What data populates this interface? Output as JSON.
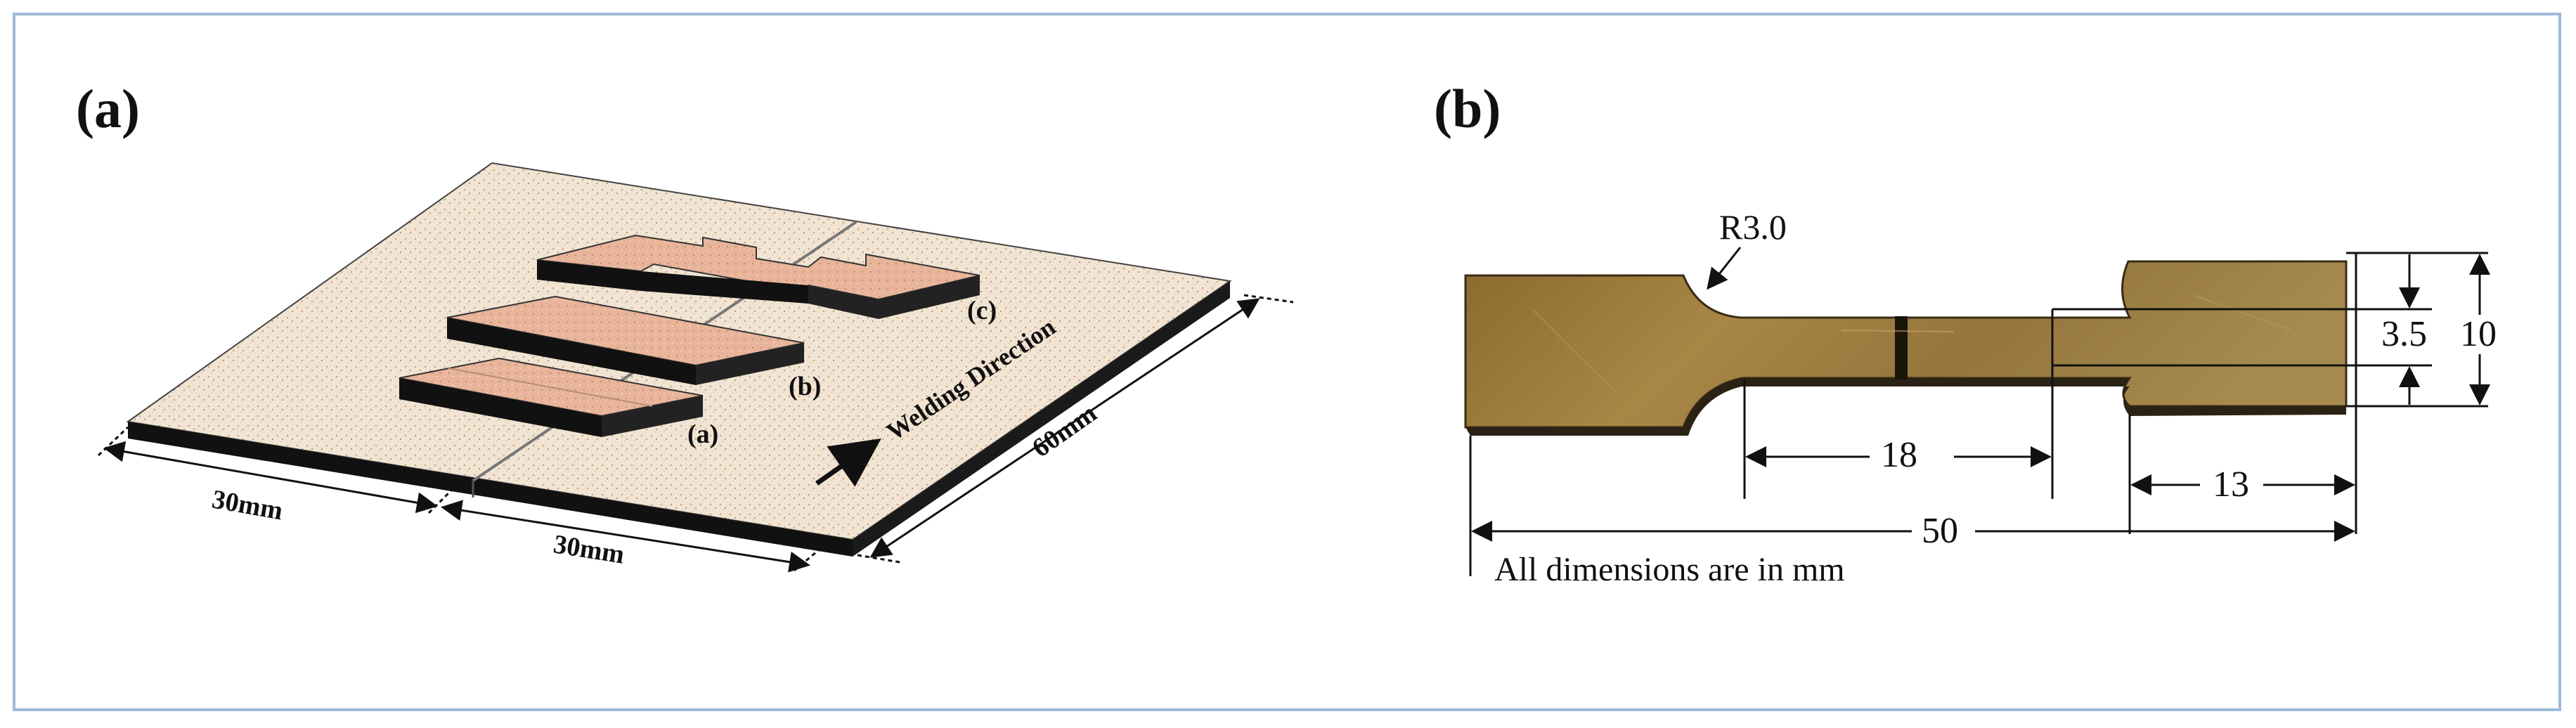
{
  "panels": {
    "a": {
      "label": "(a)",
      "sample_labels": [
        "(a)",
        "(b)",
        "(c)"
      ],
      "welding_direction": "Welding Direction",
      "dims": {
        "left_width": "30mm",
        "right_width": "30mm",
        "length": "60mm"
      }
    },
    "b": {
      "label": "(b)",
      "radius": "R3.0",
      "dims": {
        "gauge_length": "18",
        "grip_length": "13",
        "total_length": "50",
        "gauge_width": "3.5",
        "grip_width": "10"
      },
      "note": "All dimensions are in mm"
    }
  },
  "colors": {
    "frame": "#9dbbd8",
    "plate_top": "#f1e4d2",
    "plate_side": "#111111",
    "coupon_top": "#e8b49a",
    "specimen": "#9a7a3c"
  }
}
